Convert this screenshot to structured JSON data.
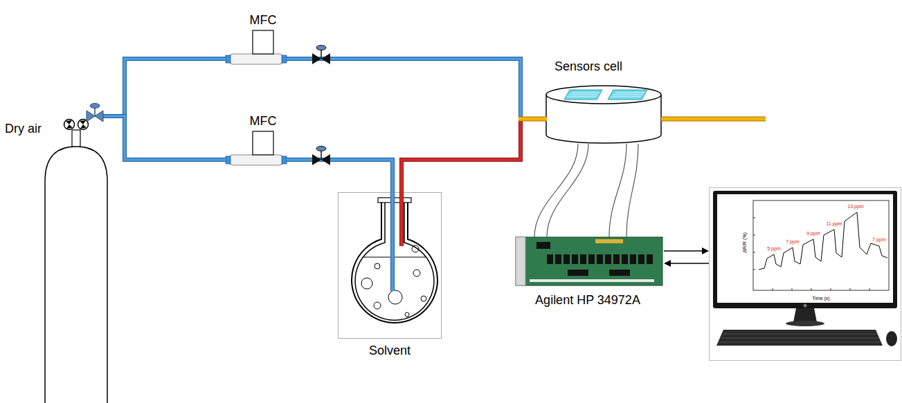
{
  "diagram": {
    "nodes": [
      {
        "text": [
          "Dry air"
        ]
      },
      {
        "text": [
          "MFC"
        ]
      },
      {
        "text": [
          "MFC"
        ]
      },
      {
        "text": [
          "Solvent"
        ]
      },
      {
        "text": [
          "Sensors cell"
        ]
      },
      {
        "text": [
          "Agilent HP 34972A"
        ]
      }
    ],
    "edges": [
      {
        "from": 0,
        "to": 1,
        "arrow": "none"
      },
      {
        "from": 0,
        "to": 2,
        "arrow": "none"
      },
      {
        "from": 1,
        "to": 4,
        "arrow": "none"
      },
      {
        "from": 2,
        "to": 3,
        "arrow": "none"
      },
      {
        "from": 3,
        "to": 4,
        "arrow": "none"
      },
      {
        "from": 4,
        "to": 5,
        "arrow": "none"
      }
    ],
    "labels": [
      "5 ppm",
      "7 ppm",
      "9 ppm",
      "11 ppm",
      "13 ppm",
      "7 ppm",
      "Time (s)",
      "ΔR/R (%)"
    ]
  }
}
